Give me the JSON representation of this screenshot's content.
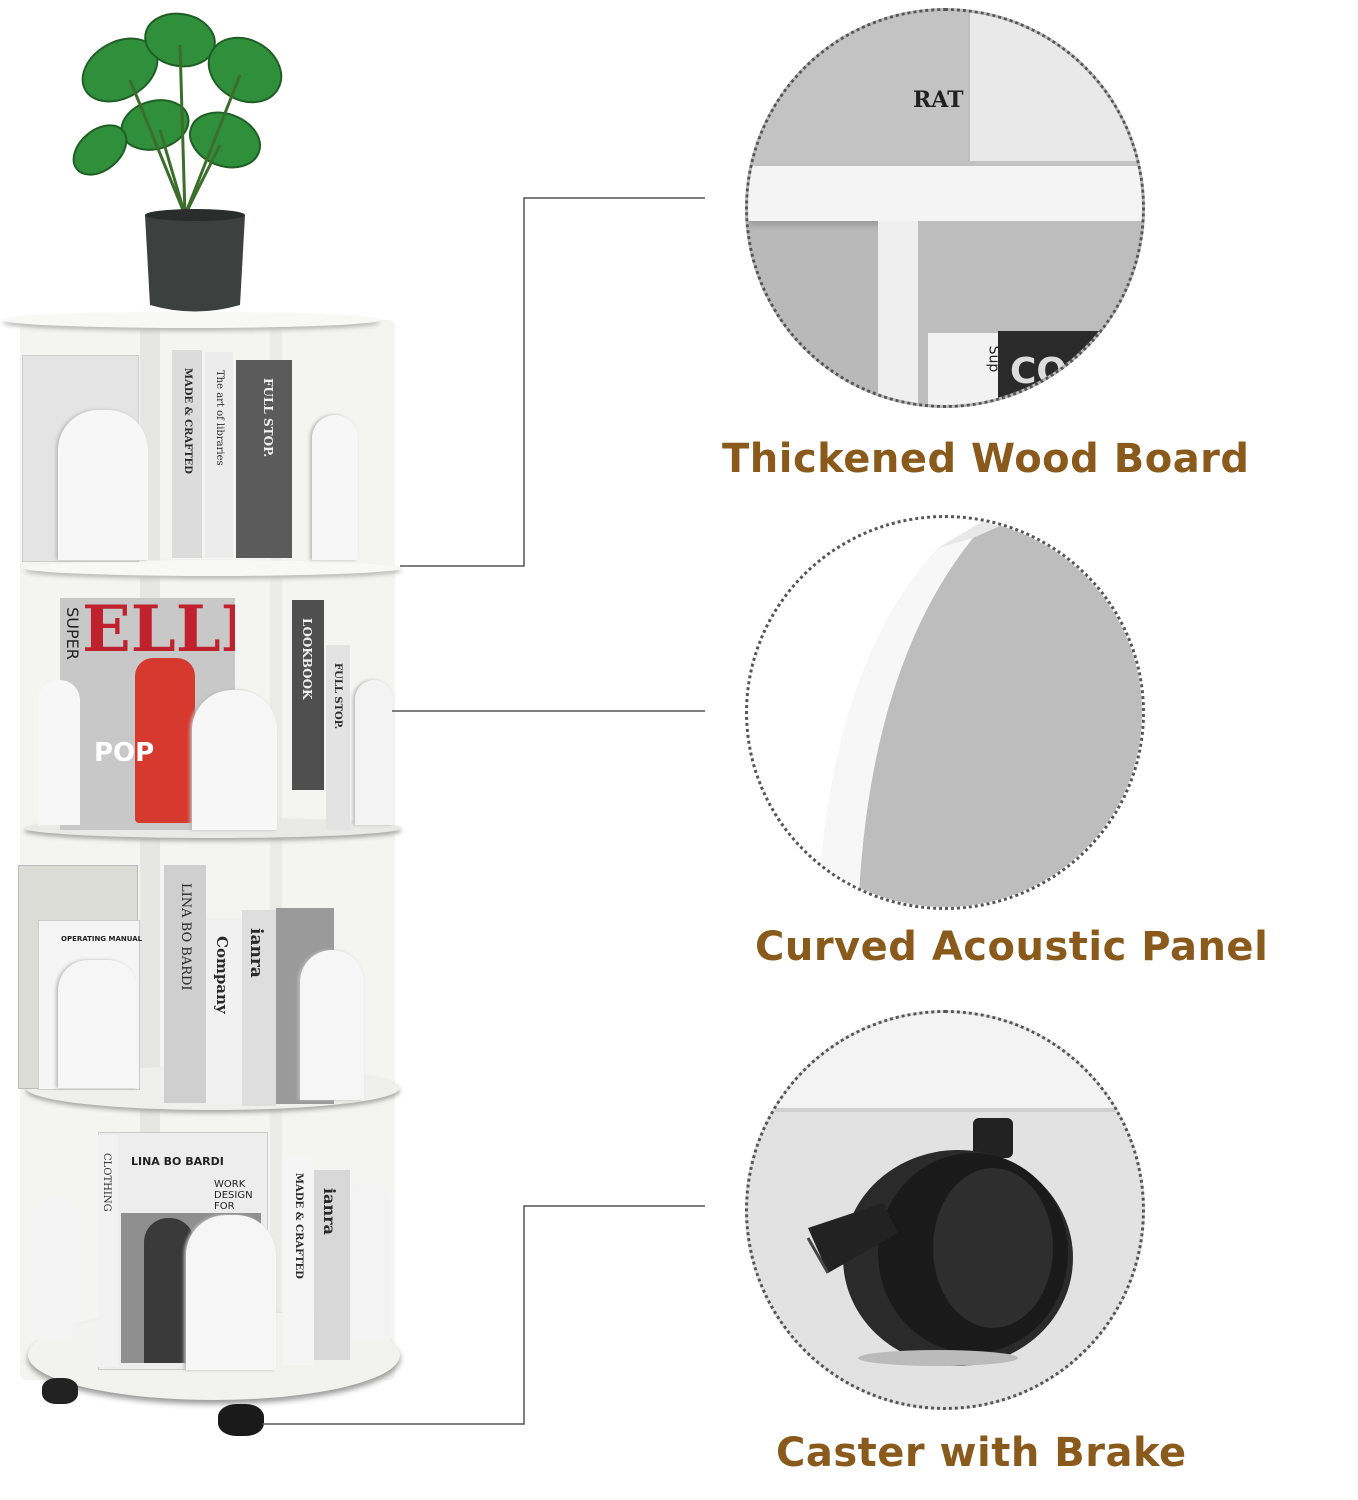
{
  "features": [
    {
      "label": "Thickened Wood Board"
    },
    {
      "label": "Curved Acoustic Panel"
    },
    {
      "label": "Caster with Brake"
    }
  ],
  "shelf_books": {
    "top": [
      "MADE & CRAFTED",
      "The art of libraries",
      "FULL STOP."
    ],
    "second": [
      "LOOKBOOK",
      "FULL STOP."
    ],
    "magazine": {
      "brand": "ELLE",
      "tag1": "SUPER",
      "tag2": "POP"
    },
    "third": [
      "LINA BO BARDI",
      "Company",
      "ianra",
      "OPERATING MANUAL"
    ],
    "bottom": [
      "LINA BO BARDI",
      "WORK DESIGN FOR",
      "CLOTHING",
      "MADE & CRAFTED",
      "ianra"
    ]
  },
  "zoom_text": {
    "board_top": "RAT",
    "board_book": "Sup",
    "board_book2": "CO"
  },
  "colors": {
    "label": "#8a5a1c",
    "wood": "#f3f3f1",
    "shade": "#c9c9c9",
    "caster": "#1c1c1c"
  }
}
